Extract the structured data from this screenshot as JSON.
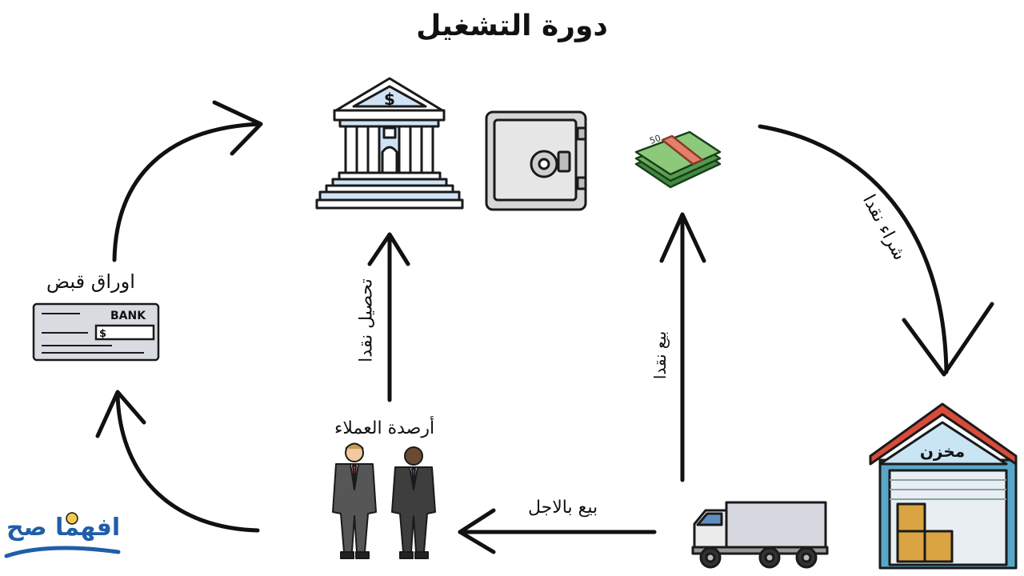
{
  "title": "دورة التشغيل",
  "labels": {
    "notes_receivable": "اوراق قبض",
    "cash_collection": "تحصيل نقدا",
    "cash_sale": "بيع نقدا",
    "cash_purchase": "شراء نقدا",
    "customer_balances": "أرصدة العملاء",
    "credit_sale": "بيع بالاجل",
    "warehouse_sign": "مخزن",
    "check_bank": "BANK",
    "check_dollar": "$",
    "bank_dollar": "$",
    "money_band": "50"
  },
  "logo": {
    "text": "افهما صح"
  },
  "colors": {
    "arrow": "#111111",
    "warehouse_roof": "#d94b3b",
    "warehouse_wall": "#5aa6c8",
    "money": "#4c9a4c",
    "truck_cab": "#5f8fc0",
    "box": "#d9a441",
    "safe": "#d2d2d2",
    "logo_blue": "#1f5fa8"
  }
}
